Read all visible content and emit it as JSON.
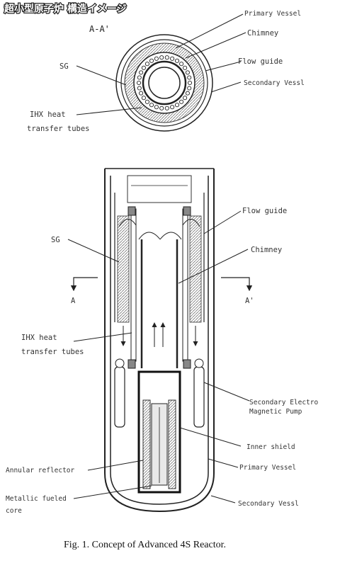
{
  "header": {
    "title_jp": "超小型原子炉 構造イメージ",
    "section_label": "A-A'"
  },
  "top_view_labels": {
    "primary_vessel": "Primary Vessel",
    "chimney": "Chimney",
    "flow_guide": "Flow guide",
    "secondary_vessel": "Secondary Vessl",
    "sg": "SG",
    "ihx_line1": "IHX heat",
    "ihx_line2": "transfer tubes"
  },
  "side_view_labels": {
    "flow_guide": "Flow guide",
    "sg": "SG",
    "chimney": "Chimney",
    "a_left": "A",
    "a_right": "A'",
    "ihx_line1": "IHX heat",
    "ihx_line2": "transfer tubes",
    "emp_line1": "Secondary Electro",
    "emp_line2": "Magnetic Pump",
    "inner_shield": "Inner shield",
    "annular_reflector": "Annular reflector",
    "primary_vessel": "Primary Vessel",
    "core_line1": "Metallic fueled",
    "core_line2": "core",
    "secondary_vessel": "Secondary Vessl"
  },
  "caption": "Fig. 1. Concept of Advanced 4S Reactor."
}
